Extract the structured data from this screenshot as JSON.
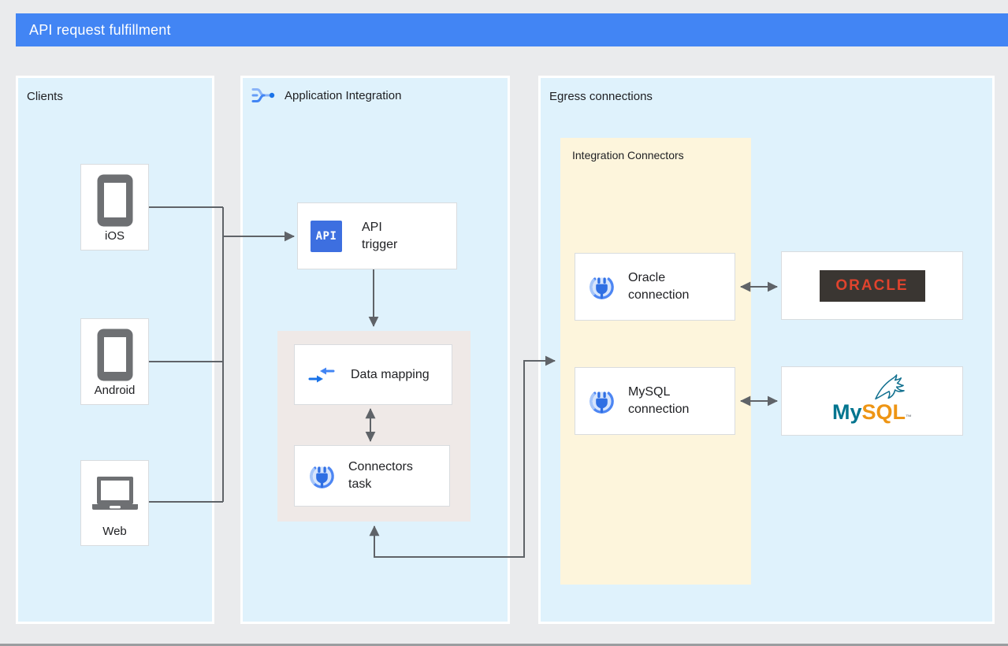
{
  "header": {
    "title": "API request fulfillment"
  },
  "panels": {
    "clients": {
      "title": "Clients",
      "items": [
        {
          "label": "iOS",
          "icon": "smartphone-icon"
        },
        {
          "label": "Android",
          "icon": "smartphone-icon"
        },
        {
          "label": "Web",
          "icon": "laptop-icon"
        }
      ]
    },
    "application_integration": {
      "title": "Application Integration",
      "icon": "application-integration-icon",
      "api_trigger": {
        "badge": "API",
        "label_line1": "API",
        "label_line2": "trigger"
      },
      "data_mapping": {
        "label": "Data mapping",
        "icon": "data-mapping-icon"
      },
      "connectors_task": {
        "label_line1": "Connectors",
        "label_line2": "task",
        "icon": "connector-plug-icon"
      }
    },
    "egress": {
      "title": "Egress connections",
      "integration_connectors": {
        "title": "Integration Connectors",
        "connections": [
          {
            "label_line1": "Oracle",
            "label_line2": "connection",
            "icon": "connector-plug-icon"
          },
          {
            "label_line1": "MySQL",
            "label_line2": "connection",
            "icon": "connector-plug-icon"
          }
        ]
      },
      "endpoints": [
        {
          "name": "Oracle",
          "logo_text": "ORACLE"
        },
        {
          "name": "MySQL",
          "logo_part1": "My",
          "logo_part2": "SQL",
          "trademark": "™"
        }
      ]
    }
  },
  "colors": {
    "header_bg": "#4285f4",
    "page_bg": "#eaebed",
    "panel_bg": "#dff2fc",
    "group_bg": "#fdf5dc",
    "mapper_bg": "#efe9e7",
    "line": "#5f6368",
    "icon_blue": "#4285f4",
    "api_badge_bg": "#3d6fe0",
    "oracle_red": "#e0432d",
    "oracle_badge_bg": "#3a3632",
    "mysql_teal": "#00758f",
    "mysql_orange": "#ee9514"
  }
}
